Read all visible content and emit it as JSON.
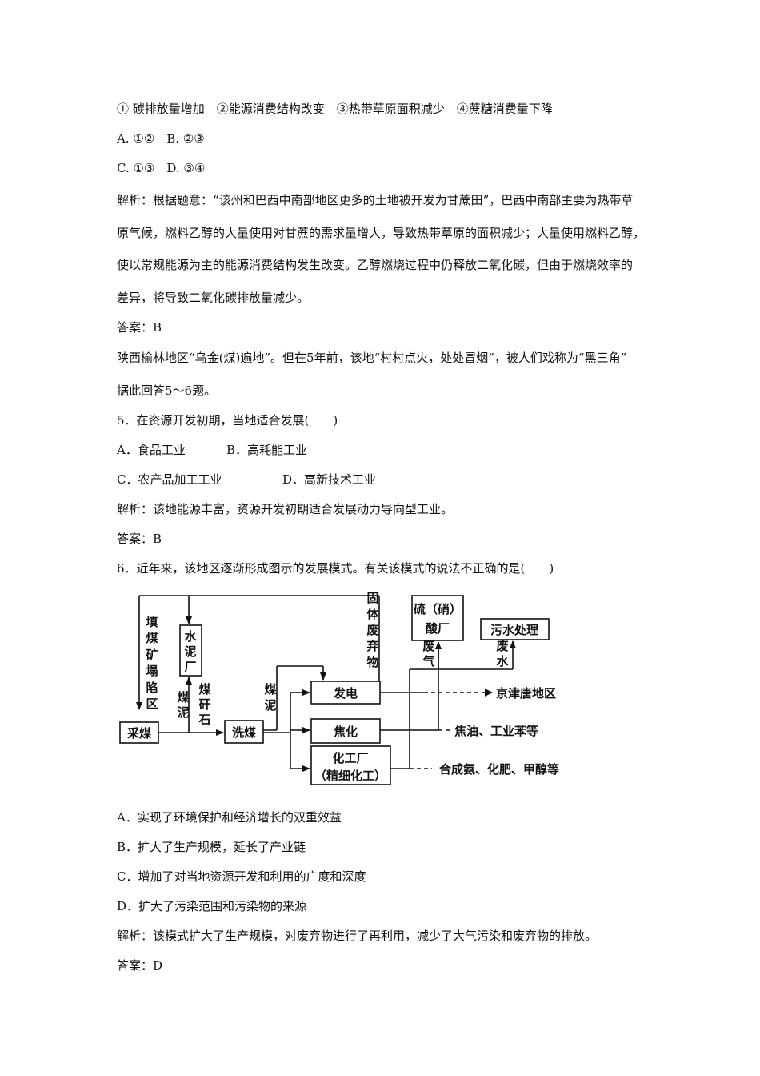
{
  "top": {
    "choices": "① 碳排放量增加　②能源消费结构改变　③热带草原面积减少　④蔗糖消费量下降",
    "opt_ab": "A. ①②　B. ②③",
    "opt_cd": "C. ①③　D. ③④",
    "analysis": [
      "解析：根据题意：“该州和巴西中南部地区更多的土地被开发为甘蔗田”，巴西中南部主要为热带草",
      "原气候，燃料乙醇的大量使用对甘蔗的需求量增大，导致热带草原的面积减少；大量使用燃料乙醇，",
      "使以常规能源为主的能源消费结构发生改变。乙醇燃烧过程中仍释放二氧化碳，但由于燃烧效率的",
      "差异，将导致二氧化碳排放量减少。"
    ],
    "answer": "答案：B"
  },
  "intro": [
    "陕西榆林地区“乌金(煤)遍地”。但在5年前，该地“村村点火，处处冒烟”，被人们戏称为“黑三角”",
    "据此回答5～6题。"
  ],
  "q5": {
    "stem": "5．在资源开发初期，当地适合发展(　　)",
    "a": "A．食品工业",
    "b": "B．高耗能工业",
    "c": "C．农产品加工工业",
    "d": "D．高新技术工业",
    "analysis": "解析：该地能源丰富，资源开发初期适合发展动力导向型工业。",
    "answer": "答案：B"
  },
  "q6": {
    "stem": "6．近年来，该地区逐渐形成图示的发展模式。有关该模式的说法不正确的是(　　)",
    "a": "A．实现了环境保护和经济增长的双重效益",
    "b": "B．扩大了生产规模，延长了产业链",
    "c": "C．增加了对当地资源开发和利用的广度和深度",
    "d": "D．扩大了污染范围和污染物的来源",
    "analysis": "解析：该模式扩大了生产规模，对废弃物进行了再利用，减少了大气污染和废弃物的排放。",
    "answer": "答案：D"
  },
  "diagram": {
    "mining": "采煤",
    "washing": "洗煤",
    "cement_1": "水",
    "cement_2": "泥",
    "cement_3": "厂",
    "power": "发电",
    "coking": "焦化",
    "chem_1": "化工厂",
    "chem_2": "（精细化工）",
    "acid_1": "硫（硝）",
    "acid_2": "酸厂",
    "sewage": "污水处理",
    "fill": [
      "填",
      "煤",
      "矿",
      "塌",
      "陷",
      "区"
    ],
    "gangue_coal": [
      "煤",
      "泥"
    ],
    "gangue": [
      "煤",
      "矸",
      "石"
    ],
    "slime": [
      "煤",
      "泥"
    ],
    "solid_waste": [
      "固",
      "体",
      "废",
      "弃",
      "物"
    ],
    "waste_gas": [
      "废",
      "气"
    ],
    "waste_water": [
      "废",
      "水"
    ],
    "out_power": "京津唐地区",
    "out_coking": "焦油、工业苯等",
    "out_chem": "合成氨、化肥、甲醇等"
  }
}
